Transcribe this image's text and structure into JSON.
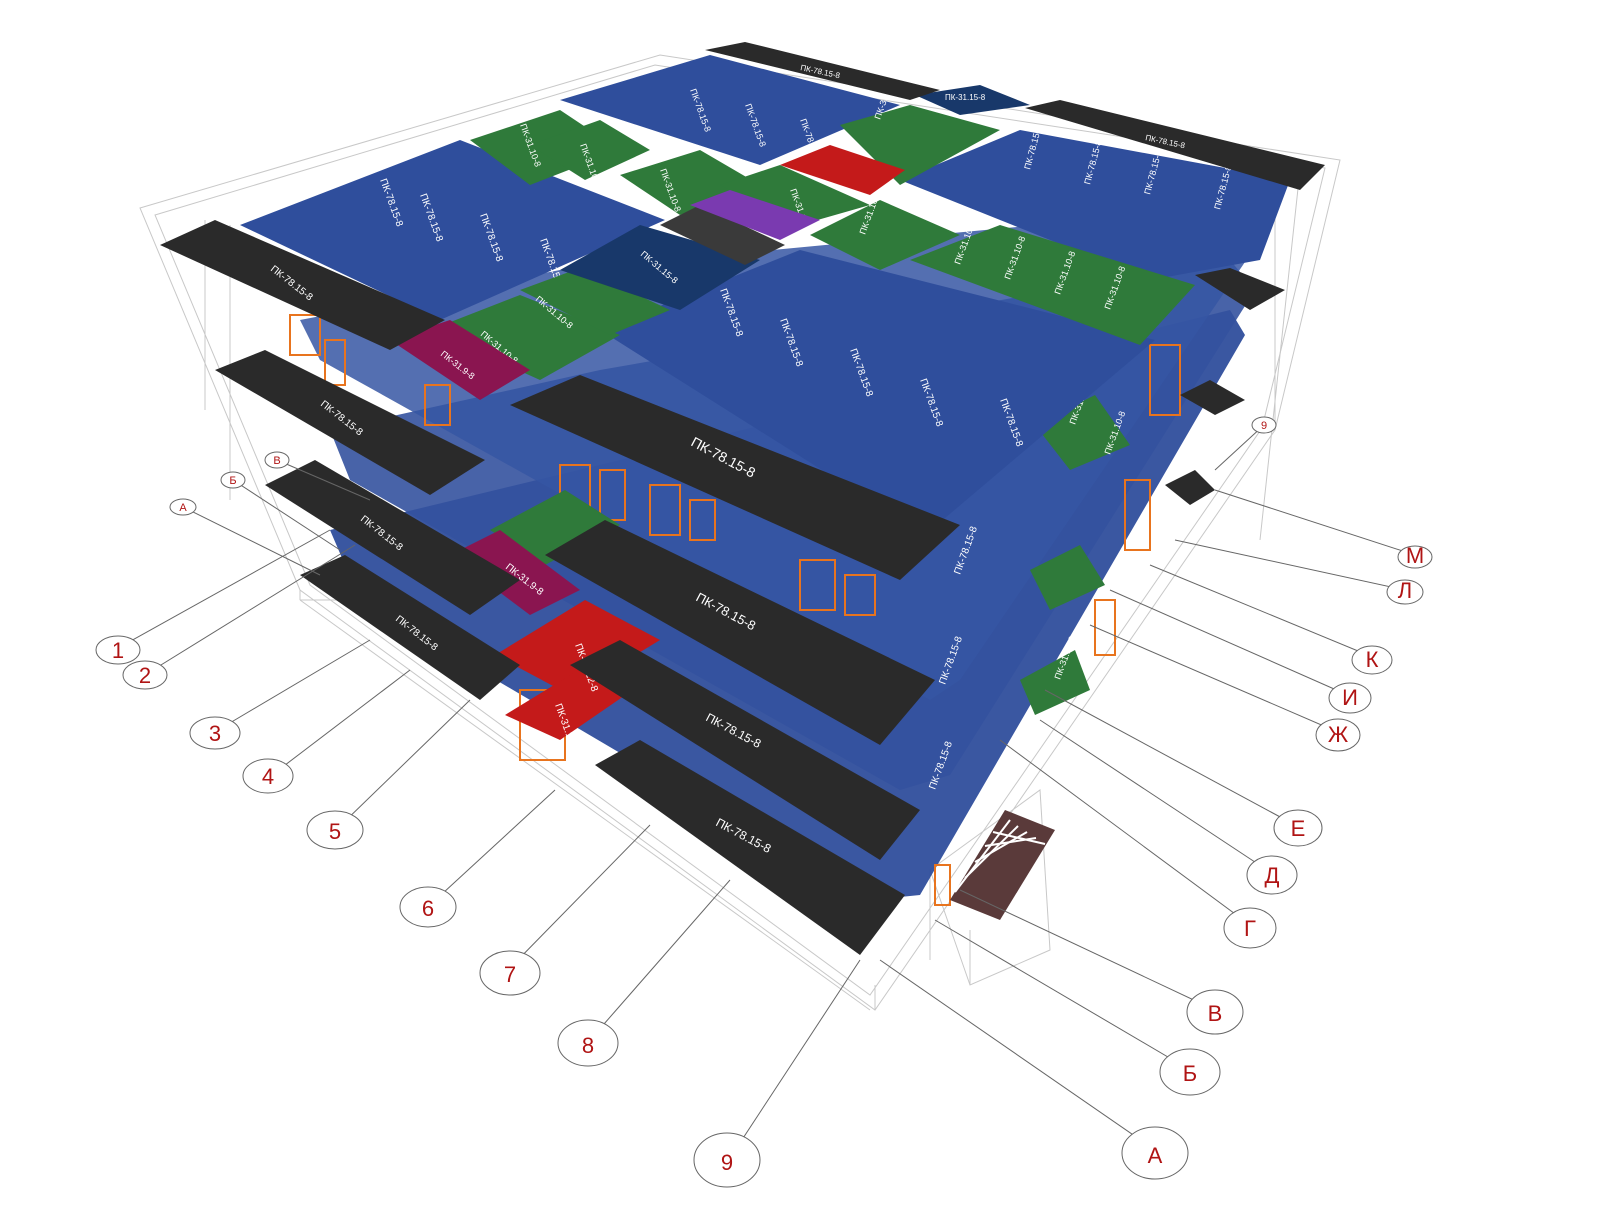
{
  "labels": {
    "pk_78_15_8": "ПК-78.15-8",
    "pk_78_15_8_short": "ПК-78.15-8",
    "pk_31_15_8": "ПК-31.15-8",
    "pk_31_10_8": "ПК-31.10-8",
    "pk_31_12_8": "ПК-31.12-8",
    "pk_31_9_8": "ПК-31.9-8"
  },
  "axes": {
    "numbers": [
      "1",
      "2",
      "3",
      "4",
      "5",
      "6",
      "7",
      "8",
      "9"
    ],
    "letters": [
      "А",
      "Б",
      "В",
      "Г",
      "Д",
      "Е",
      "Ж",
      "И",
      "К",
      "Л",
      "М"
    ],
    "small_letters": [
      "А",
      "Б",
      "В"
    ],
    "small_number": "9"
  },
  "colors": {
    "blue": "#2f4e9c",
    "dark_blue": "#18386a",
    "green": "#2f7a3a",
    "black": "#2a2a2a",
    "red": "#c41a1a",
    "magenta": "#8a1550",
    "purple": "#7a3ab0",
    "orange": "#e8741e",
    "axis_red": "#b01414"
  }
}
